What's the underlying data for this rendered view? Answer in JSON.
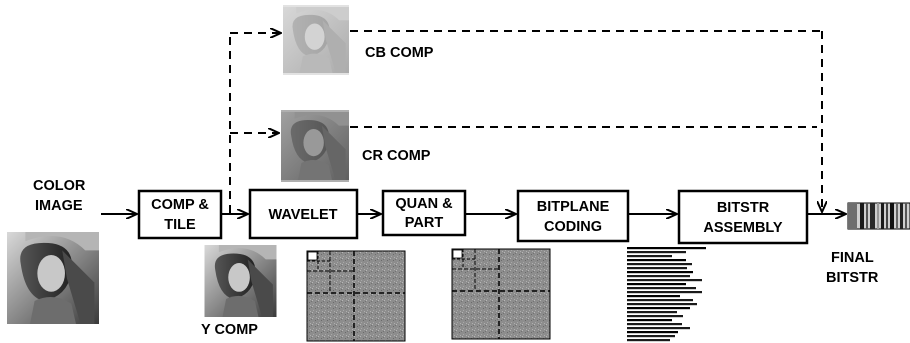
{
  "labels": {
    "color_image_line1": "COLOR",
    "color_image_line2": "IMAGE",
    "cb_comp": "CB COMP",
    "cr_comp": "CR COMP",
    "y_comp": "Y COMP",
    "final_line1": "FINAL",
    "final_line2": "BITSTR"
  },
  "blocks": {
    "comp_tile_line1": "COMP &",
    "comp_tile_line2": "TILE",
    "wavelet": "WAVELET",
    "quan_part_line1": "QUAN &",
    "quan_part_line2": "PART",
    "bitplane_line1": "BITPLANE",
    "bitplane_line2": "CODING",
    "bitstr_assembly_line1": "BITSTR",
    "bitstr_assembly_line2": "ASSEMBLY"
  },
  "colors": {
    "stroke": "#000000",
    "cb_tint": "#bdbdbd",
    "cr_tint": "#777777"
  },
  "bar_stack_lengths": [
    0.63,
    0.47,
    0.36,
    0.47,
    0.52,
    0.48,
    0.53,
    0.5,
    0.6,
    0.47,
    0.55,
    0.6,
    0.42,
    0.53,
    0.56,
    0.5,
    0.4,
    0.45,
    0.36,
    0.44,
    0.5,
    0.41,
    0.38,
    0.34
  ]
}
